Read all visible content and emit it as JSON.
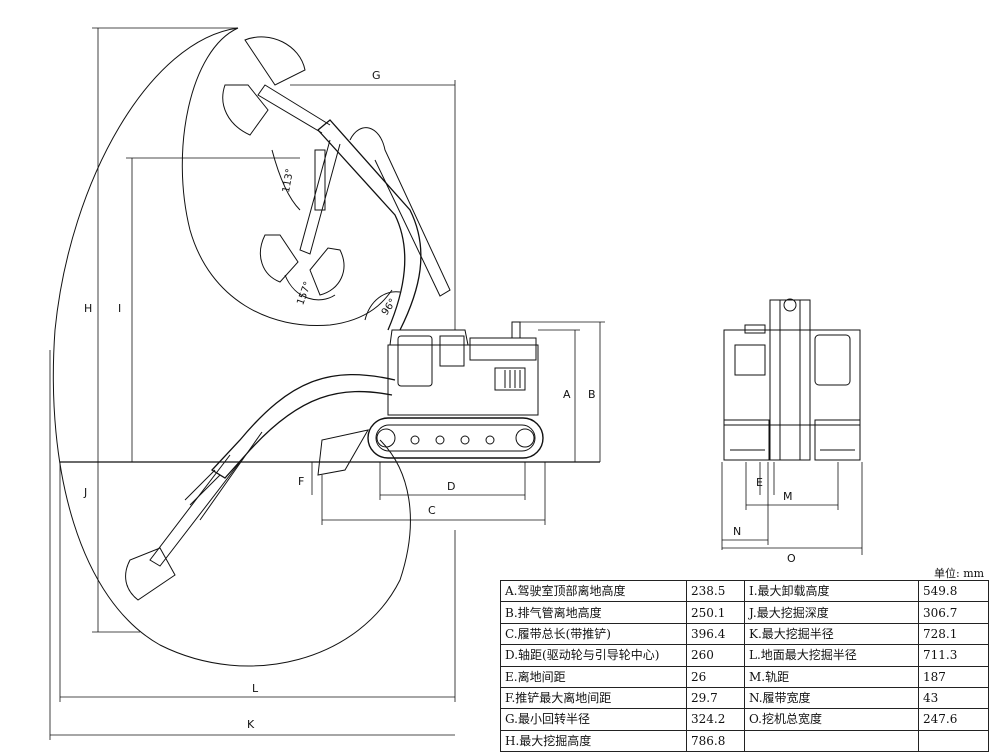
{
  "dimension_letters": {
    "A": "A",
    "B": "B",
    "C": "C",
    "D": "D",
    "E": "E",
    "F": "F",
    "G": "G",
    "H": "H",
    "I": "I",
    "J": "J",
    "K": "K",
    "L": "L",
    "M": "M",
    "N": "N",
    "O": "O"
  },
  "angles": {
    "upper": "113°",
    "middle": "157°",
    "lower": "96°"
  },
  "unit": "单位: mm",
  "spec_rows": [
    {
      "left_label": "A.驾驶室顶部离地高度",
      "left_value": "238.5",
      "right_label": "I.最大卸载高度",
      "right_value": "549.8"
    },
    {
      "left_label": "B.排气管离地高度",
      "left_value": "250.1",
      "right_label": "J.最大挖掘深度",
      "right_value": "306.7"
    },
    {
      "left_label": "C.履带总长(带推铲)",
      "left_value": "396.4",
      "right_label": "K.最大挖掘半径",
      "right_value": "728.1"
    },
    {
      "left_label": "D.轴距(驱动轮与引导轮中心)",
      "left_value": "260",
      "right_label": "L.地面最大挖掘半径",
      "right_value": "711.3"
    },
    {
      "left_label": "E.离地间距",
      "left_value": "26",
      "right_label": "M.轨距",
      "right_value": "187"
    },
    {
      "left_label": "F.推铲最大离地间距",
      "left_value": "29.7",
      "right_label": "N.履带宽度",
      "right_value": "43"
    },
    {
      "left_label": "G.最小回转半径",
      "left_value": "324.2",
      "right_label": "O.挖机总宽度",
      "right_value": "247.6"
    },
    {
      "left_label": "H.最大挖掘高度",
      "left_value": "786.8",
      "right_label": "",
      "right_value": ""
    }
  ]
}
